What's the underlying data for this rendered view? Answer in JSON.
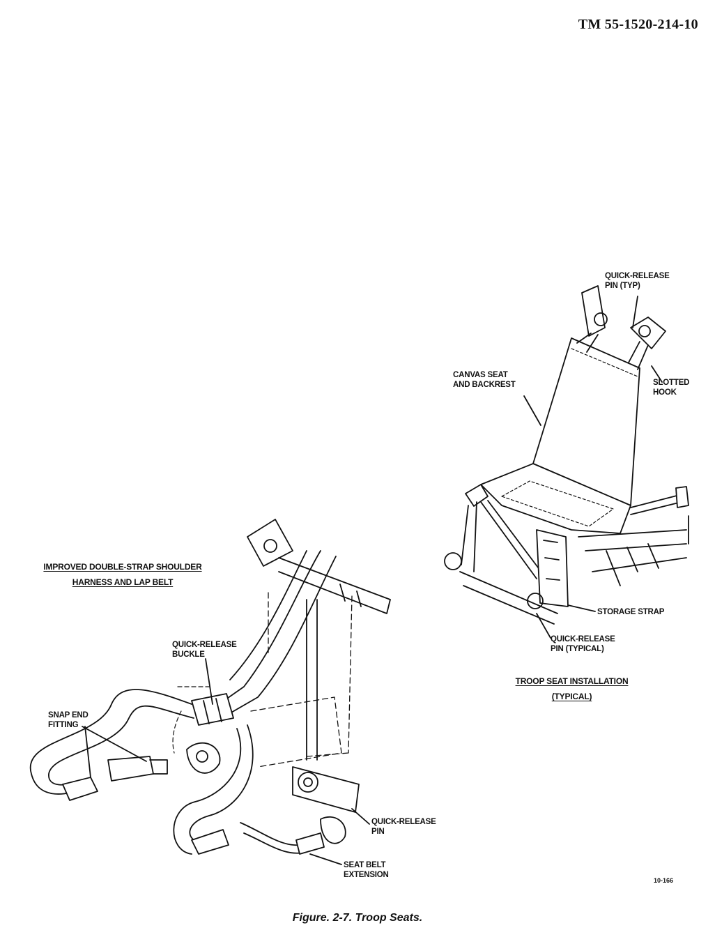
{
  "header": {
    "doc_id": "TM 55-1520-214-10"
  },
  "troop_seat": {
    "labels": {
      "qr_pin_typ": [
        "QUICK-RELEASE",
        "PIN (TYP)"
      ],
      "canvas_seat": [
        "CANVAS SEAT",
        "AND BACKREST"
      ],
      "slotted_hook": [
        "SLOTTED",
        "HOOK"
      ],
      "storage_strap": "STORAGE STRAP",
      "qr_pin_typical": [
        "QUICK-RELEASE",
        "PIN (TYPICAL)"
      ]
    },
    "title": [
      "TROOP SEAT INSTALLATION",
      "(TYPICAL)"
    ]
  },
  "harness": {
    "title": [
      "IMPROVED DOUBLE-STRAP SHOULDER",
      "HARNESS AND LAP BELT"
    ],
    "labels": {
      "qr_buckle": [
        "QUICK-RELEASE",
        "BUCKLE"
      ],
      "snap_end": [
        "SNAP END",
        "FITTING"
      ],
      "qr_pin": [
        "QUICK-RELEASE",
        "PIN"
      ],
      "seat_belt_ext": [
        "SEAT BELT",
        "EXTENSION"
      ]
    }
  },
  "figure": {
    "code": "10-166",
    "caption": "Figure. 2-7. Troop Seats."
  }
}
